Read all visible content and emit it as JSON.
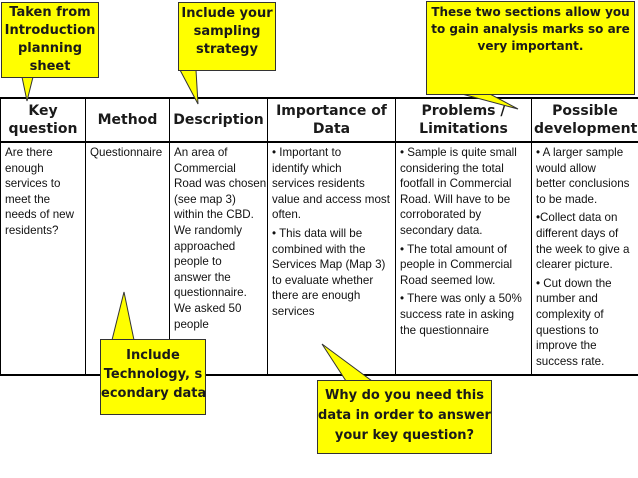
{
  "table": {
    "headers": [
      [
        "Key",
        "question"
      ],
      [
        "Method"
      ],
      [
        "Description"
      ],
      [
        "Importance of",
        "Data"
      ],
      [
        "Problems /",
        "Limitations"
      ],
      [
        "Possible",
        "development"
      ]
    ],
    "key_question": [
      "Are there",
      "enough",
      "services to",
      "meet the",
      "needs of new",
      "residents?"
    ],
    "method": [
      "Questionnaire"
    ],
    "description": [
      "An area of",
      "Commercial",
      "Road was chosen",
      "(see map 3)",
      "within the CBD.",
      "We randomly",
      "approached",
      "people to",
      "answer the",
      "questionnaire.",
      "We asked 50",
      "people"
    ],
    "importance": [
      [
        "• Important to",
        "identify which",
        "services residents",
        "value and access most",
        "often."
      ],
      [
        "• This data will be",
        "combined with the",
        "Services Map (Map 3)",
        "to evaluate whether",
        "there are enough",
        "services"
      ]
    ],
    "problems": [
      [
        "• Sample is quite small",
        "considering the total",
        "footfall in Commercial",
        "Road. Will have to be",
        "corroborated by",
        "secondary data."
      ],
      [
        "• The total amount of",
        "people in Commercial",
        "Road seemed low."
      ],
      [
        "• There was only a 50%",
        "success rate in asking",
        "the questionnaire"
      ]
    ],
    "development": [
      [
        "• A larger sample",
        "would allow",
        "better conclusions",
        "to be made."
      ],
      [
        "•Collect data on",
        "different days of",
        "the week to give a",
        "clearer picture."
      ],
      [
        "• Cut down the",
        "number and",
        "complexity of",
        "questions to",
        "improve the",
        "success rate."
      ]
    ]
  },
  "callouts": {
    "intro": [
      "Taken from",
      "Introduction",
      "planning",
      "sheet"
    ],
    "sampling": [
      "Include your",
      "sampling",
      "strategy"
    ],
    "marks": [
      "These two sections allow you",
      "to gain analysis marks so are",
      "very important."
    ],
    "technology": [
      "Include",
      "Technology, s",
      "econdary data"
    ],
    "why": [
      "Why do you need this",
      "data in order to answer",
      "your key question?"
    ]
  },
  "colors": {
    "callout_fill": "#ffff00",
    "border": "#000000"
  }
}
